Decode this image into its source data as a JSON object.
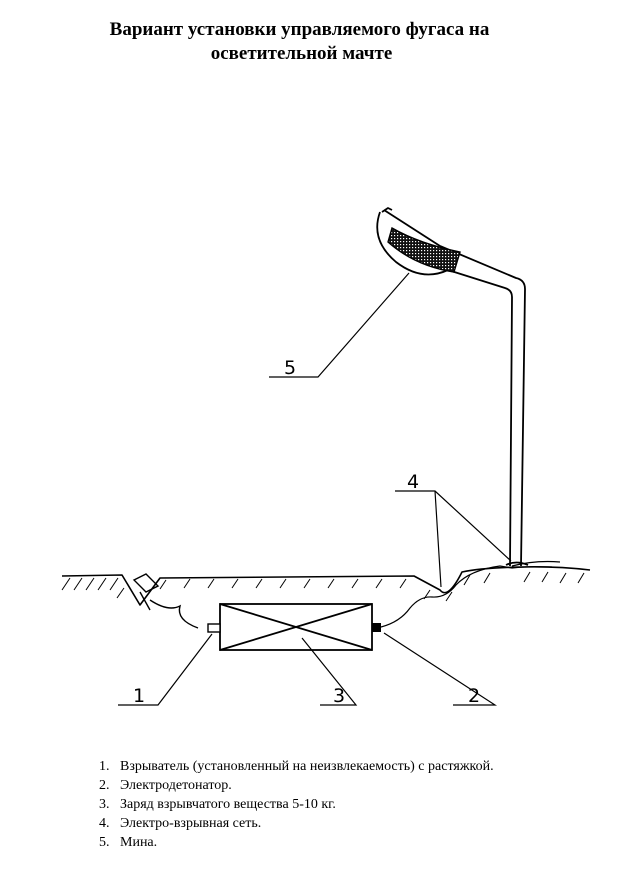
{
  "title": {
    "line1": "Вариант установки управляемого фугаса на",
    "line2": "осветительной мачте"
  },
  "callouts": {
    "c1": "1",
    "c2": "2",
    "c3": "3",
    "c4": "4",
    "c5": "5"
  },
  "legend": [
    {
      "num": "1.",
      "text": "Взрыватель (установленный на неизвлекаемость) с растяжкой."
    },
    {
      "num": "2.",
      "text": "Электродетонатор."
    },
    {
      "num": "3.",
      "text": "Заряд взрывчатого вещества 5-10 кг."
    },
    {
      "num": "4.",
      "text": "Электро-взрывная сеть."
    },
    {
      "num": "5.",
      "text": "Мина."
    }
  ]
}
